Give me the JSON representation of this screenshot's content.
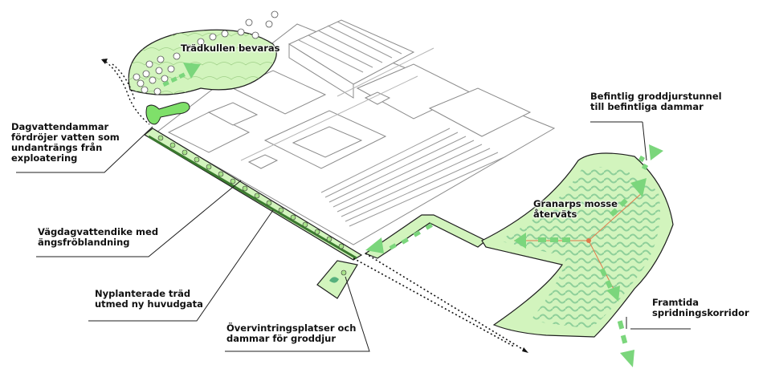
{
  "labels": {
    "tradkullen": "Trädkullen bevaras",
    "dagvattendammar": "Dagvattendammar\nfördröjer vatten som\nundanträngs från\nexploatering",
    "vagdagvattendike": "Vägdagvattendike med\nängsfröblandning",
    "nyplanterade": "Nyplanterade träd\nutmed ny huvudgata",
    "overvintring": "Övervintringsplatser och\ndammar för groddjur",
    "befintlig": "Befintlig groddjurstunnel\ntill befintliga dammar",
    "granarps": "Granarps mosse\nåterväts",
    "framtida": "Framtida\nspridningskorridor"
  },
  "colors": {
    "green_fill": "#d2f4bd",
    "green_outline": "#1f1f1f",
    "arrow_green": "#7bd67c",
    "wetland_green": "#4aa772",
    "building_line": "#8b8b8b",
    "water_channel": "#7fe06a",
    "orange_line": "#e07a4a"
  }
}
